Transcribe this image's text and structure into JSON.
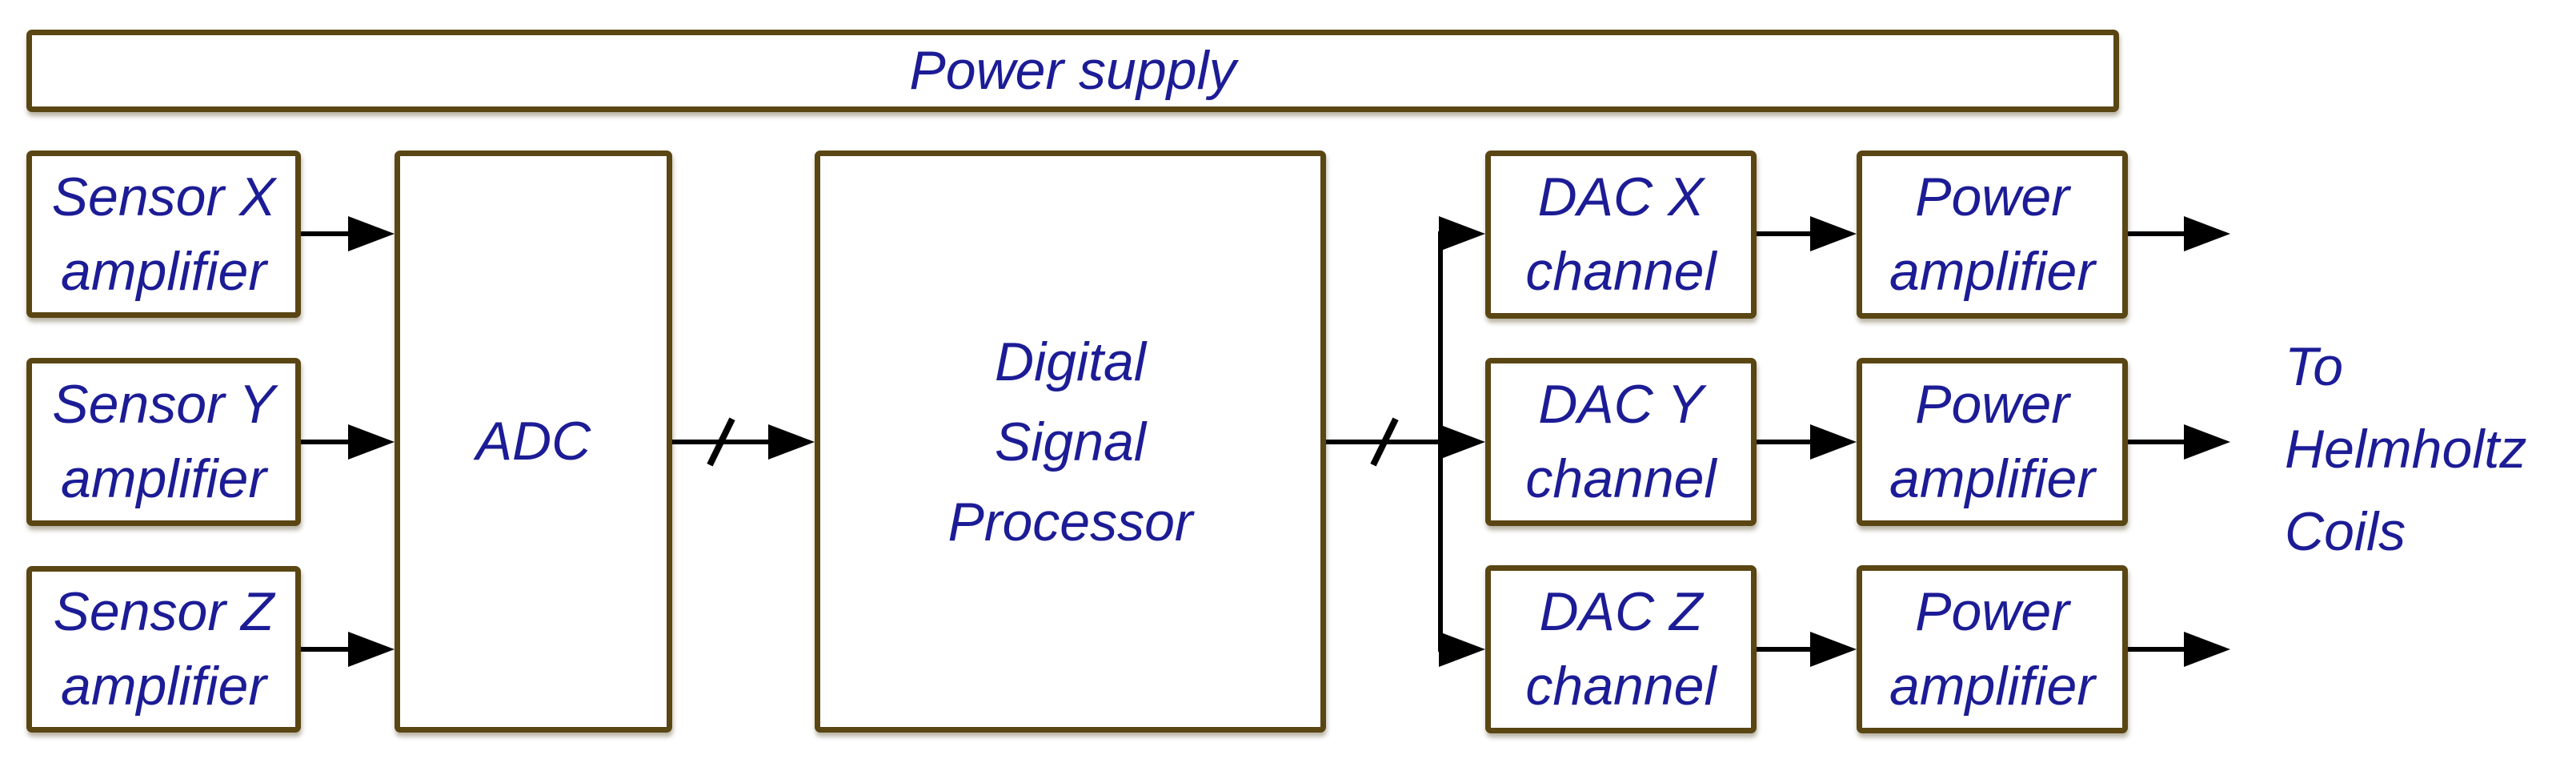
{
  "diagram": {
    "colors": {
      "background": "#FFFFFF",
      "box_border": "#5A4613",
      "label_text": "#1C1C96",
      "connector": "#000000"
    },
    "nodes": {
      "power_supply": {
        "label": "Power supply"
      },
      "sensor_x": {
        "label": "Sensor X\namplifier"
      },
      "sensor_y": {
        "label": "Sensor Y\namplifier"
      },
      "sensor_z": {
        "label": "Sensor Z\namplifier"
      },
      "adc": {
        "label": "ADC"
      },
      "dsp": {
        "label": "Digital\nSignal\nProcessor"
      },
      "dac_x": {
        "label": "DAC X\nchannel"
      },
      "dac_y": {
        "label": "DAC Y\nchannel"
      },
      "dac_z": {
        "label": "DAC Z\nchannel"
      },
      "pa_x": {
        "label": "Power\namplifier"
      },
      "pa_y": {
        "label": "Power\namplifier"
      },
      "pa_z": {
        "label": "Power\namplifier"
      }
    },
    "annotations": {
      "output_destination": "To\nHelmholtz\nCoils"
    },
    "edges": [
      {
        "from": "Sensor X amplifier",
        "to": "ADC",
        "type": "signal"
      },
      {
        "from": "Sensor Y amplifier",
        "to": "ADC",
        "type": "signal"
      },
      {
        "from": "Sensor Z amplifier",
        "to": "ADC",
        "type": "signal"
      },
      {
        "from": "ADC",
        "to": "Digital Signal Processor",
        "type": "bus"
      },
      {
        "from": "Digital Signal Processor",
        "to": "DAC X channel",
        "type": "bus"
      },
      {
        "from": "Digital Signal Processor",
        "to": "DAC Y channel",
        "type": "bus"
      },
      {
        "from": "Digital Signal Processor",
        "to": "DAC Z channel",
        "type": "bus"
      },
      {
        "from": "DAC X channel",
        "to": "Power amplifier X",
        "type": "signal"
      },
      {
        "from": "DAC Y channel",
        "to": "Power amplifier Y",
        "type": "signal"
      },
      {
        "from": "DAC Z channel",
        "to": "Power amplifier Z",
        "type": "signal"
      },
      {
        "from": "Power amplifier X",
        "to": "Helmholtz Coils",
        "type": "signal"
      },
      {
        "from": "Power amplifier Y",
        "to": "Helmholtz Coils",
        "type": "signal"
      },
      {
        "from": "Power amplifier Z",
        "to": "Helmholtz Coils",
        "type": "signal"
      }
    ]
  }
}
